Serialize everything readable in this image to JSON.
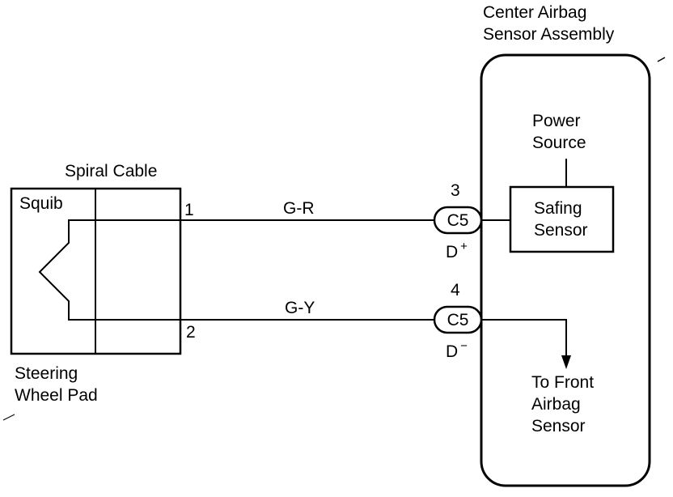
{
  "assembly": {
    "line1": "Center Airbag",
    "line2": "Sensor Assembly"
  },
  "power_source": {
    "line1": "Power",
    "line2": "Source"
  },
  "safing_sensor": {
    "line1": "Safing",
    "line2": "Sensor"
  },
  "to_front": {
    "line1": "To Front",
    "line2": "Airbag",
    "line3": "Sensor"
  },
  "spiral_cable": "Spiral Cable",
  "squib": "Squib",
  "steering": {
    "line1": "Steering",
    "line2": "Wheel Pad"
  },
  "wires": [
    {
      "color": "G-R",
      "pin_left": "1",
      "pin_right": "3",
      "connector": "C5",
      "terminal": "D",
      "polarity": "+"
    },
    {
      "color": "G-Y",
      "pin_left": "2",
      "pin_right": "4",
      "connector": "C5",
      "terminal": "D",
      "polarity": "−"
    }
  ]
}
